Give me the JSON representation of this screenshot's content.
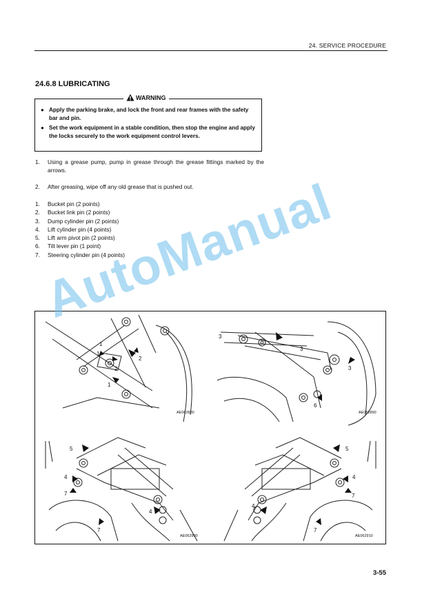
{
  "header": {
    "section": "24. SERVICE PROCEDURE"
  },
  "section_title": "24.6.8 LUBRICATING",
  "warning": {
    "label": "WARNING",
    "items": [
      "Apply the parking brake, and lock the front and rear frames with the safety bar and pin.",
      "Set the work equipment in a stable condition, then stop the engine and apply the locks securely to the work equipment control levers."
    ]
  },
  "steps": [
    {
      "num": "1.",
      "text": "Using a grease pump, pump in grease through the grease fittings marked by the arrows."
    },
    {
      "num": "2.",
      "text": "After greasing, wipe off any old grease that is pushed out."
    }
  ],
  "parts": [
    {
      "num": "1.",
      "text": "Bucket pin (2 points)"
    },
    {
      "num": "2.",
      "text": "Bucket link pin (2 points)"
    },
    {
      "num": "3.",
      "text": "Dump cylinder pin (2 points)"
    },
    {
      "num": "4.",
      "text": "Lift cylinder pin (4 points)"
    },
    {
      "num": "5.",
      "text": "Lift arm pivot pin (2 points)"
    },
    {
      "num": "6.",
      "text": "Tilt lever pin (1 point)"
    },
    {
      "num": "7.",
      "text": "Steering cylinder pin (4 points)"
    }
  ],
  "figure": {
    "codes": [
      "AE062880",
      "AE062890",
      "AE062900",
      "AE062910"
    ],
    "callouts": {
      "p1": [
        "1",
        "1",
        "2",
        "2",
        "1"
      ],
      "p2": [
        "3",
        "3",
        "3",
        "6"
      ],
      "p3": [
        "5",
        "4",
        "7",
        "4",
        "7"
      ],
      "p4": [
        "5",
        "4",
        "4",
        "7",
        "7"
      ]
    }
  },
  "page_number": "3-55",
  "watermark": "AutoManual"
}
